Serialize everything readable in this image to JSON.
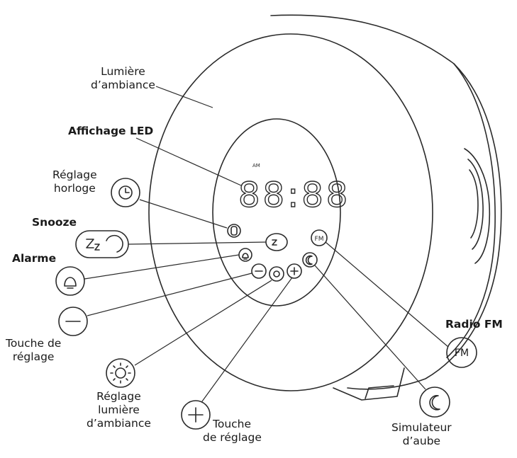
{
  "display": {
    "am_indicator": "AM",
    "digits": "88:88"
  },
  "buttons": {
    "fm": "FM"
  },
  "labels": {
    "ambient_light": [
      "Lumière",
      "d’ambiance"
    ],
    "led_display": "Affichage LED",
    "clock_setting": [
      "Réglage",
      "horloge"
    ],
    "snooze": "Snooze",
    "alarm": "Alarme",
    "minus_key": [
      "Touche de",
      "réglage"
    ],
    "light_setting": [
      "Réglage",
      "lumière",
      "d’ambiance"
    ],
    "plus_key": [
      "Touche",
      "de réglage"
    ],
    "radio_fm": "Radio FM",
    "dawn_simulator": [
      "Simulateur",
      "d’aube"
    ]
  }
}
